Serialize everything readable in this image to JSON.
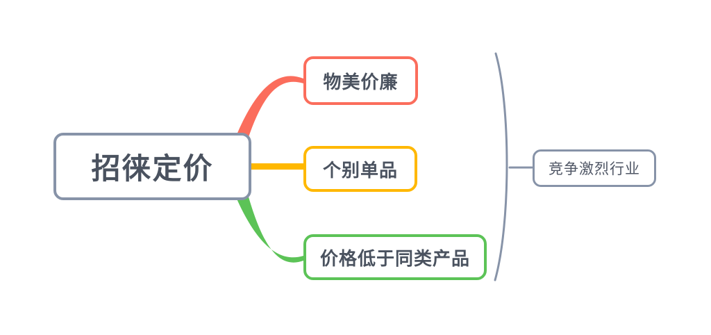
{
  "diagram": {
    "type": "mind-map",
    "title_node": {
      "label": "招徕定价",
      "border_color": "#8793a8",
      "text_color": "#4a525f"
    },
    "branches": [
      {
        "label": "物美价廉",
        "color": "#fb6d5c",
        "connector": "curve-up"
      },
      {
        "label": "个别单品",
        "color": "#ffb800",
        "connector": "straight"
      },
      {
        "label": "价格低于同类产品",
        "color": "#5cc357",
        "connector": "curve-down"
      }
    ],
    "grouping": {
      "brace_color": "#8793a8",
      "note_node": {
        "label": "竞争激烈行业",
        "border_color": "#8793a8",
        "text_color": "#4f5665"
      }
    }
  }
}
